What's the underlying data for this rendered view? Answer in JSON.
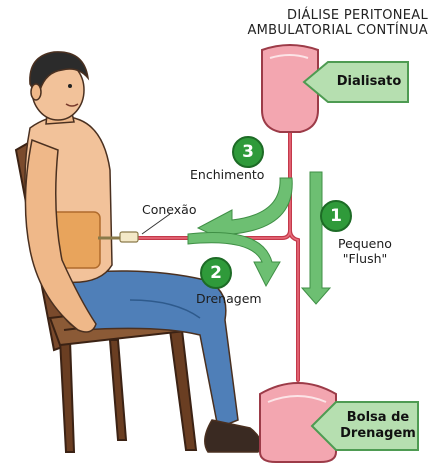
{
  "title": {
    "line1": "DIÁLISE PERITONEAL",
    "line2": "AMBULATORIAL CONTÍNUA"
  },
  "labels": {
    "dialisato": "Dialisato",
    "bolsa_line1": "Bolsa de",
    "bolsa_line2": "Drenagem",
    "conexao": "Conexão",
    "enchimento": "Enchimento",
    "drenagem": "Drenagem",
    "pequeno": "Pequeno",
    "flush": "\"Flush\""
  },
  "steps": {
    "s1": "1",
    "s2": "2",
    "s3": "3"
  },
  "colors": {
    "bag_fill": "#f3a6b0",
    "tube": "#c3394a",
    "arrow_green": "#6dbf72",
    "tag_green": "#b6dfb0",
    "step_green": "#2f9a3a",
    "jeans": "#4f7fb8",
    "chair": "#7a4a2c",
    "skin": "#f2c29a"
  }
}
